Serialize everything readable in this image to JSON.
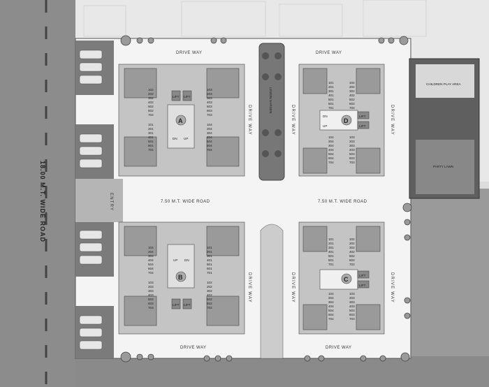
{
  "road_main": "18.00 M.T. WIDE ROAD",
  "road_internal_left": "7.50 M.T. WIDE ROAD",
  "road_internal_right": "7.50 M.T. WIDE ROAD",
  "entry": "ENTRY",
  "driveway": "DRIVE WAY",
  "garden": "LEMON GARDEN",
  "children_play_area": "CHILDREN PLAY AREA",
  "party_lawn": "PARTY LAWN",
  "stair_up": "UP",
  "stair_dn": "DN",
  "lift": "LIFT",
  "wing_a": "A",
  "wing_b": "B",
  "wing_c": "C",
  "wing_d": "D",
  "units": {
    "a_left": [
      "102",
      "202",
      "302",
      "402",
      "502",
      "602",
      "702"
    ],
    "a_right": [
      "103",
      "203",
      "303",
      "403",
      "503",
      "603",
      "703"
    ],
    "a_left2": [
      "101",
      "201",
      "301",
      "401",
      "501",
      "601",
      "701"
    ],
    "a_right2": [
      "104",
      "204",
      "304",
      "404",
      "504",
      "604",
      "704"
    ],
    "b_left": [
      "104",
      "204",
      "304",
      "404",
      "504",
      "604",
      "704"
    ],
    "b_right": [
      "101",
      "201",
      "301",
      "401",
      "501",
      "601",
      "701"
    ],
    "b_left2": [
      "103",
      "203",
      "303",
      "403",
      "503",
      "603",
      "703"
    ],
    "b_right2": [
      "102",
      "202",
      "302",
      "402",
      "502",
      "602",
      "702"
    ],
    "c_left": [
      "101",
      "201",
      "301",
      "401",
      "501",
      "601",
      "701"
    ],
    "c_right": [
      "102",
      "202",
      "302",
      "402",
      "502",
      "602",
      "702"
    ],
    "c_left2": [
      "104",
      "204",
      "304",
      "404",
      "504",
      "604",
      "704"
    ],
    "c_right2": [
      "103",
      "203",
      "303",
      "403",
      "503",
      "603",
      "703"
    ],
    "d_left": [
      "101",
      "201",
      "301",
      "401",
      "501",
      "601",
      "701"
    ],
    "d_right": [
      "102",
      "202",
      "302",
      "402",
      "502",
      "602",
      "702"
    ],
    "d_left2": [
      "104",
      "204",
      "304",
      "404",
      "504",
      "604",
      "704"
    ],
    "d_right2": [
      "103",
      "203",
      "303",
      "403",
      "503",
      "603",
      "703"
    ]
  }
}
